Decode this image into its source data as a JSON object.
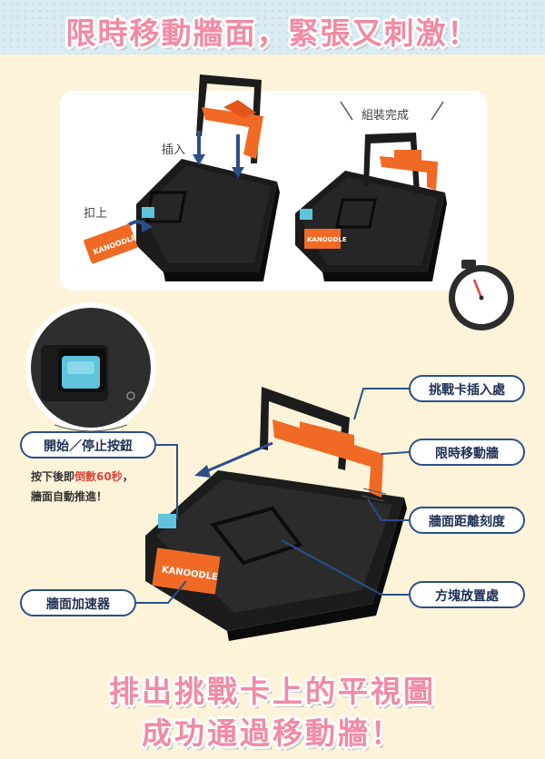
{
  "headline": "限時移動牆面，緊張又刺激！",
  "assembly": {
    "insert_label": "插入",
    "clip_label": "扣上",
    "assembled_label": "組裝完成"
  },
  "product": {
    "brand": "KANOODLE"
  },
  "callouts": {
    "card_slot": "挑戰卡插入處",
    "timed_wall": "限時移動牆",
    "wall_scale": "牆面距離刻度",
    "block_area": "方塊放置處",
    "start_stop": "開始／停止按鈕",
    "accelerator": "牆面加速器"
  },
  "countdown_note": {
    "prefix": "按下後即",
    "highlight": "倒數60秒",
    "suffix": "，",
    "line2": "牆面自動推進！"
  },
  "footer": {
    "line1": "排出挑戰卡上的平視圖",
    "line2": "成功通過移動牆！"
  },
  "colors": {
    "callout_border": "#2b4f8a",
    "title_pink": "#f28aa2",
    "orange": "#f06a25",
    "button_blue": "#5fc3dc"
  }
}
